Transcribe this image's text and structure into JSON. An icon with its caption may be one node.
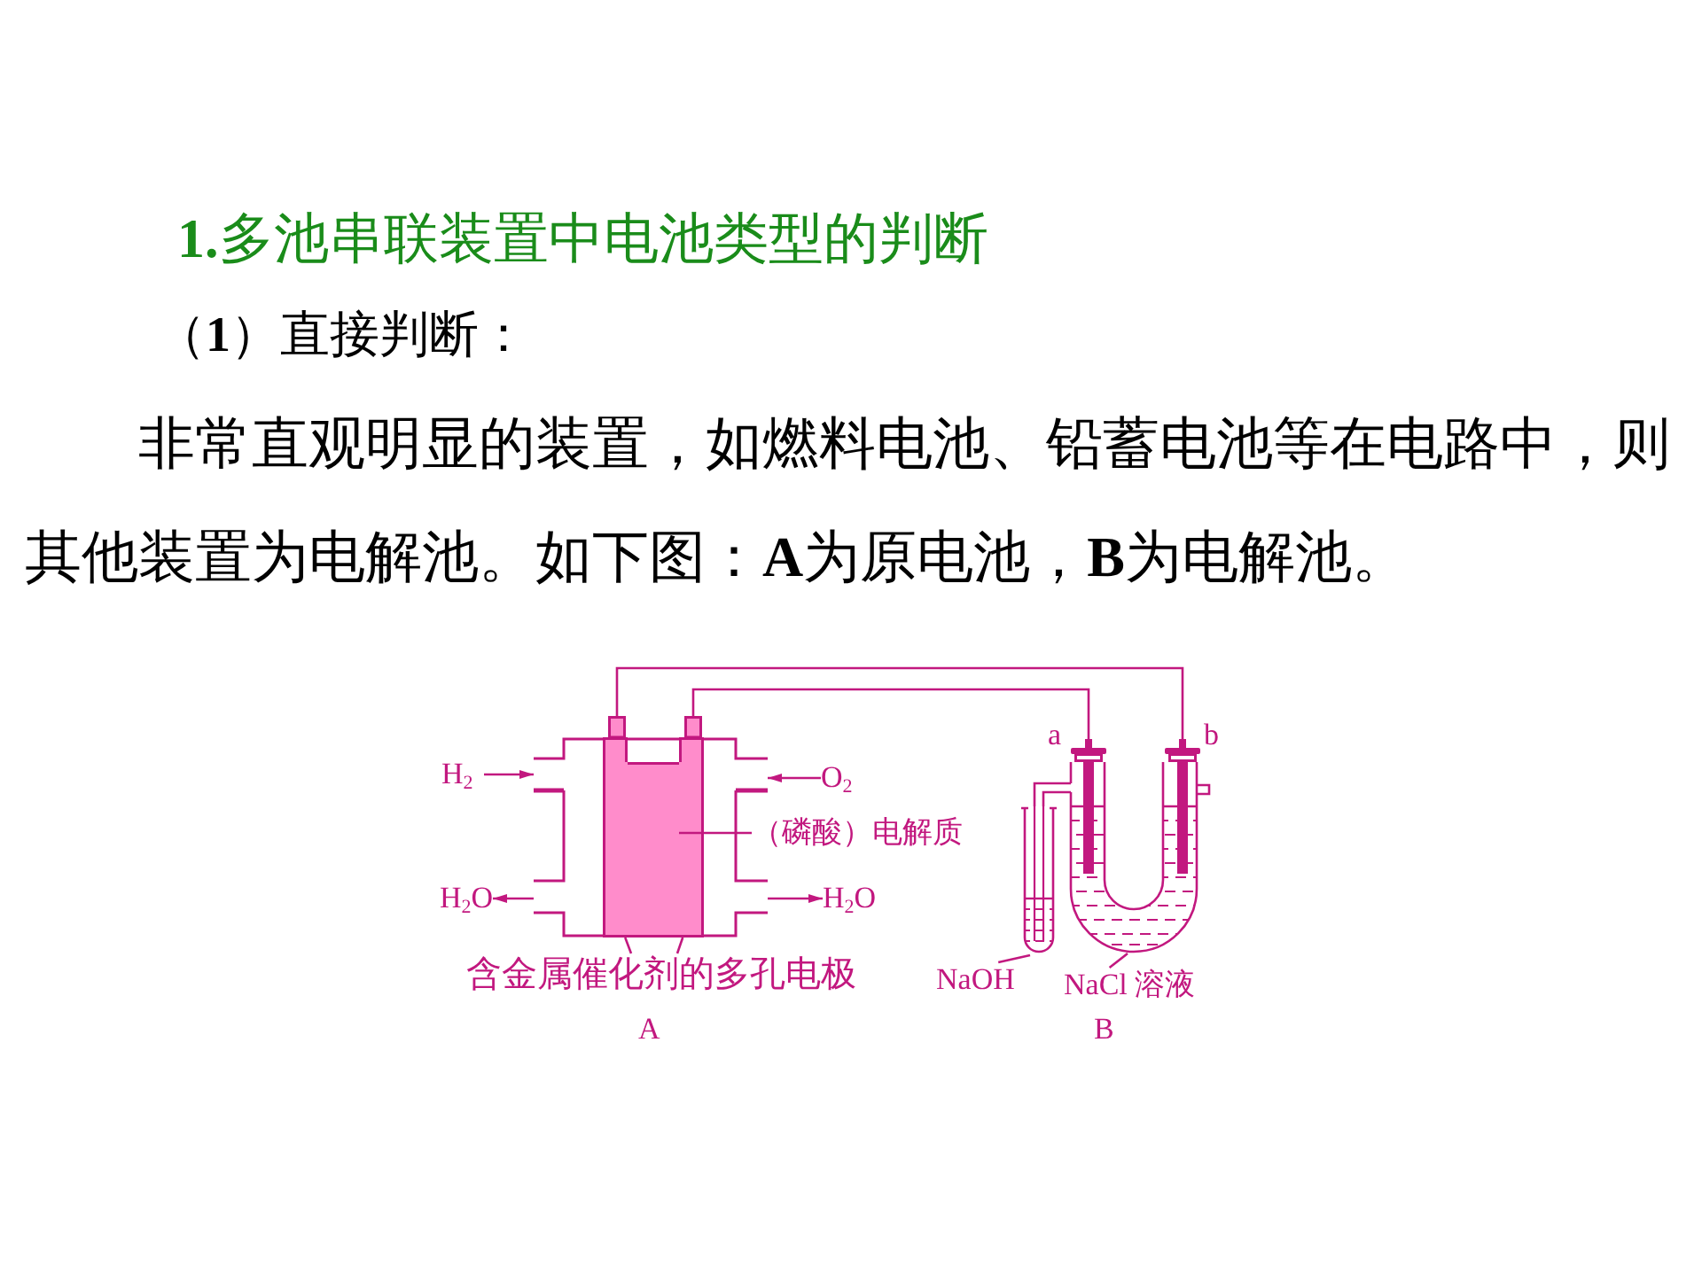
{
  "diagram": {
    "title": "**1.**多池串联装置中电池类型的判断",
    "nodes": [
      {
        "text": [],
        "shape": "box"
      },
      {
        "text": [],
        "shape": "box"
      },
      {
        "text": [],
        "shape": "box"
      },
      {
        "text": [],
        "shape": "bar",
        "in": 2
      },
      {
        "text": [],
        "shape": "box",
        "in": 2
      },
      {
        "text": [],
        "shape": "bar",
        "in": 2
      },
      {
        "text": [],
        "shape": "bar",
        "beside": [
          "a"
        ]
      },
      {
        "text": [],
        "shape": "bar",
        "beside": [
          "b"
        ]
      },
      {
        "text": [
          "H$_{2}$"
        ]
      },
      {
        "text": [
          "O$_{2}$"
        ]
      },
      {
        "text": [
          "（磷酸）电解质"
        ]
      },
      {
        "text": [],
        "shape": "tube"
      },
      {
        "text": [],
        "shape": "tube"
      },
      {
        "text": [
          "H$_{2}$O"
        ]
      },
      {
        "text": [
          "H$_{2}$O"
        ]
      },
      {
        "text": [
          "含金属催化剂的多孔电极"
        ]
      },
      {
        "text": [
          "NaOH"
        ]
      },
      {
        "text": [
          "NaCl 溶液"
        ]
      }
    ],
    "edges": [
      {
        "from": 8,
        "to": 2,
        "arrow": "to"
      },
      {
        "from": 9,
        "to": 2,
        "arrow": "to"
      },
      {
        "from": 2,
        "to": 13,
        "arrow": "to"
      },
      {
        "from": 2,
        "to": 14,
        "arrow": "to"
      },
      {
        "from": 10,
        "to": 4,
        "arrow": "none"
      },
      {
        "from": 15,
        "to": 3,
        "arrow": "none"
      },
      {
        "from": 15,
        "to": 5,
        "arrow": "none"
      },
      {
        "from": 0,
        "to": 7,
        "arrow": "none"
      },
      {
        "from": 1,
        "to": 6,
        "arrow": "none"
      },
      {
        "from": 12,
        "to": 11,
        "arrow": "none"
      },
      {
        "from": 16,
        "to": 11,
        "arrow": "none"
      },
      {
        "from": 17,
        "to": 12,
        "arrow": "none"
      }
    ],
    "labels": [
      "（**1**）直接判断：",
      "非常直观明显的装置，如燃料电池、铅蓄电池等在电路中，则其他装置为电解池。如下图：**A**为原电池，**B**为电解池。",
      "A",
      "B"
    ]
  }
}
